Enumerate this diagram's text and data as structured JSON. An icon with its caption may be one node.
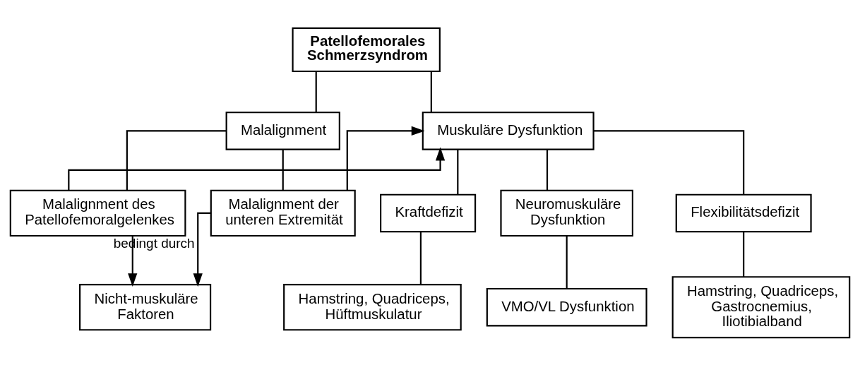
{
  "diagram": {
    "nodes": [
      {
        "text": [
          "Patellofemorales Schmerzsyndrom"
        ]
      },
      {
        "text": [
          "Malalignment"
        ]
      },
      {
        "text": [
          "Muskuläre Dysfunktion"
        ]
      },
      {
        "text": [
          "Malalignment des Patellofemoralgelenkes"
        ]
      },
      {
        "text": [
          "Malalignment der unteren Extremität"
        ]
      },
      {
        "text": [
          "Kraftdefizit"
        ]
      },
      {
        "text": [
          "Neuromuskuläre Dysfunktion"
        ]
      },
      {
        "text": [
          "Flexibilitätsdefizit"
        ]
      },
      {
        "text": [
          "Nicht-muskuläre Faktoren"
        ]
      },
      {
        "text": [
          "Hamstring, Quadriceps, Hüftmuskulatur"
        ]
      },
      {
        "text": [
          "VMO/VL Dysfunktion"
        ]
      },
      {
        "text": [
          "Hamstring, Quadriceps, Gastrocnemius, Iliotibialband"
        ]
      }
    ],
    "edges": [
      {
        "from": 0,
        "to": 1,
        "arrow": "none"
      },
      {
        "from": 0,
        "to": 2,
        "arrow": "none"
      },
      {
        "from": 1,
        "to": 3,
        "arrow": "none"
      },
      {
        "from": 1,
        "to": 4,
        "arrow": "none"
      },
      {
        "from": 3,
        "to": 8,
        "arrow": "to"
      },
      {
        "from": 4,
        "to": 8,
        "arrow": "to",
        "label": "bedingt durch"
      },
      {
        "from": 3,
        "to": 2,
        "arrow": "to"
      },
      {
        "from": 4,
        "to": 2,
        "arrow": "to"
      },
      {
        "from": 2,
        "to": 5,
        "arrow": "none"
      },
      {
        "from": 2,
        "to": 6,
        "arrow": "none"
      },
      {
        "from": 2,
        "to": 7,
        "arrow": "none"
      },
      {
        "from": 5,
        "to": 9,
        "arrow": "none"
      },
      {
        "from": 6,
        "to": 10,
        "arrow": "none"
      },
      {
        "from": 7,
        "to": 11,
        "arrow": "none"
      }
    ]
  }
}
